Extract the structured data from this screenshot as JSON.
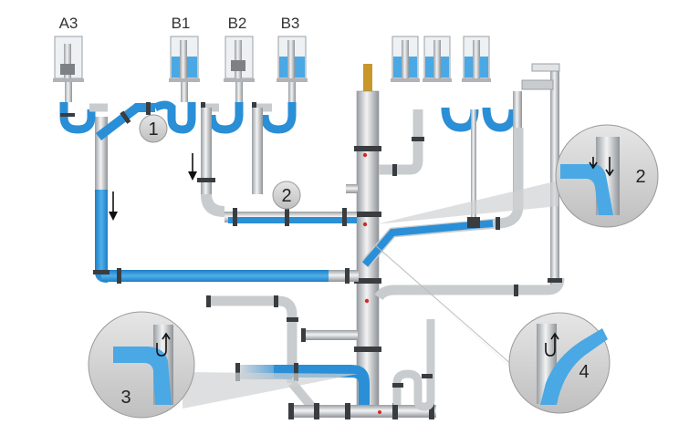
{
  "labels": {
    "fixture_a3": "A3",
    "fixture_b1": "B1",
    "fixture_b2": "B2",
    "fixture_b3": "B3"
  },
  "callouts": {
    "c1": "1",
    "c2": "2",
    "c3": "3",
    "c4": "4",
    "detail_2": "2"
  },
  "colors": {
    "water": "#2a8fd6",
    "water_light": "#8fd0f2",
    "pipe": "#c9ccce",
    "pipe_dark": "#8e9296",
    "fitting": "#3a3d40",
    "bubble": "#d6d6d6",
    "vent_cap": "#c8962a"
  }
}
